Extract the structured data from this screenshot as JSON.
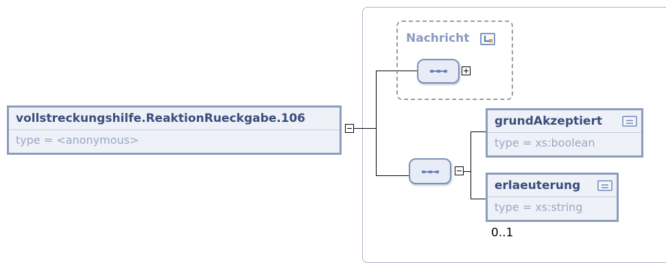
{
  "root": {
    "name": "vollstreckungshilfe.ReaktionRueckgabe.106",
    "type": "type = <anonymous>"
  },
  "group": {
    "name": "Nachricht",
    "icon": "group-icon"
  },
  "elements": [
    {
      "name": "grundAkzeptiert",
      "type": "type = xs:boolean",
      "icon": "documentation-icon"
    },
    {
      "name": "erlaeuterung",
      "type": "type = xs:string",
      "icon": "documentation-icon",
      "occurs": "0..1"
    }
  ],
  "compositors": [
    {
      "kind": "sequence",
      "toggle": "expand"
    },
    {
      "kind": "sequence",
      "toggle": "collapse"
    }
  ],
  "colors": {
    "border": "#8b9bbc",
    "fill": "#eef1f8",
    "name_text": "#3b4d7a",
    "type_text": "#9aa7c3"
  }
}
